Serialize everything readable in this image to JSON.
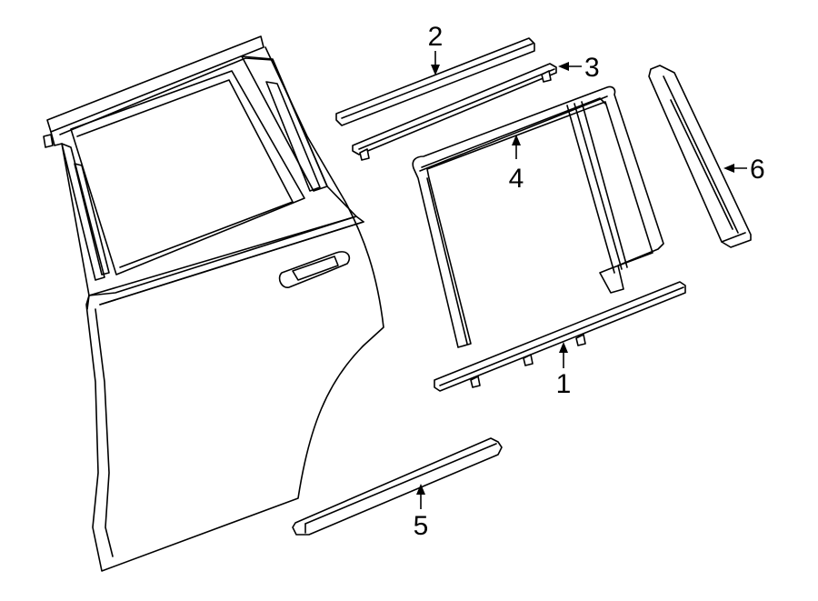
{
  "callouts": [
    {
      "id": "1",
      "label": "1"
    },
    {
      "id": "2",
      "label": "2"
    },
    {
      "id": "3",
      "label": "3"
    },
    {
      "id": "4",
      "label": "4"
    },
    {
      "id": "5",
      "label": "5"
    },
    {
      "id": "6",
      "label": "6"
    }
  ],
  "colors": {
    "stroke": "#000000",
    "background": "#ffffff"
  }
}
